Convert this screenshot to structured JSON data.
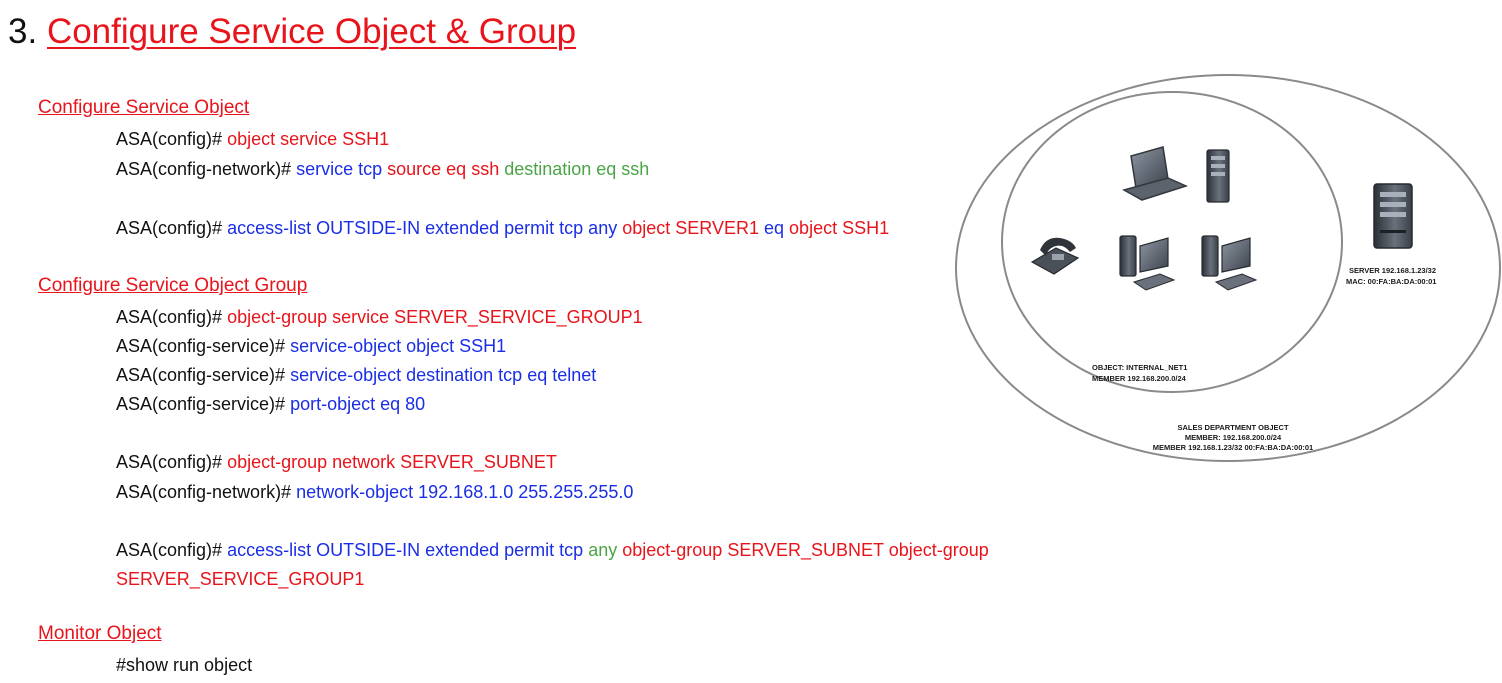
{
  "title": {
    "number": "3.",
    "text": "Configure Service Object & Group"
  },
  "section_service_object": {
    "heading": "Configure Service Object",
    "cmd1": {
      "prompt": "ASA(config)#",
      "part1": "object service SSH1"
    },
    "cmd2": {
      "prompt": "ASA(config-network)#",
      "part1": "service tcp",
      "part2": "source eq ssh",
      "part3": "destination eq ssh"
    },
    "cmd3": {
      "prompt": "ASA(config)#",
      "part1": "access-list OUTSIDE-IN extended permit tcp any",
      "part2": "object SERVER1",
      "part3": "eq",
      "part4": "object SSH1"
    }
  },
  "section_service_group": {
    "heading": "Configure Service Object Group",
    "cmd1": {
      "prompt": "ASA(config)#",
      "part1": "object-group service SERVER_SERVICE_GROUP1"
    },
    "cmd2": {
      "prompt": "ASA(config-service)#",
      "part1": "service-object object SSH1"
    },
    "cmd3": {
      "prompt": "ASA(config-service)#",
      "part1": "service-object destination tcp eq telnet"
    },
    "cmd4": {
      "prompt": "ASA(config-service)#",
      "part1": "port-object eq 80"
    },
    "cmd5": {
      "prompt": "ASA(config)#",
      "part1": "object-group network SERVER_SUBNET"
    },
    "cmd6": {
      "prompt": "ASA(config-network)#",
      "part1": "network-object 192.168.1.0 255.255.255.0"
    },
    "cmd7": {
      "prompt": "ASA(config)#",
      "part1": "access-list OUTSIDE-IN extended permit tcp",
      "part2": "any",
      "part3": "object-group SERVER_SUBNET object-group",
      "part4": "SERVER_SERVICE_GROUP1"
    }
  },
  "section_monitor": {
    "heading": "Monitor Object",
    "cmd1": "#show run object"
  },
  "diagram": {
    "inner_label_1": "OBJECT: INTERNAL_NET1",
    "inner_label_2": "MEMBER 192.168.200.0/24",
    "server_label_1": "SERVER 192.168.1.23/32",
    "server_label_2": "MAC: 00:FA:BA:DA:00:01",
    "outer_label_1": "SALES DEPARTMENT OBJECT",
    "outer_label_2": "MEMBER: 192.168.200.0/24",
    "outer_label_3": "MEMBER 192.168.1.23/32 00:FA:BA:DA:00:01"
  },
  "colors": {
    "red": "#e8141b",
    "blue": "#1a2ee6",
    "green": "#4aa546",
    "black": "#111111"
  }
}
